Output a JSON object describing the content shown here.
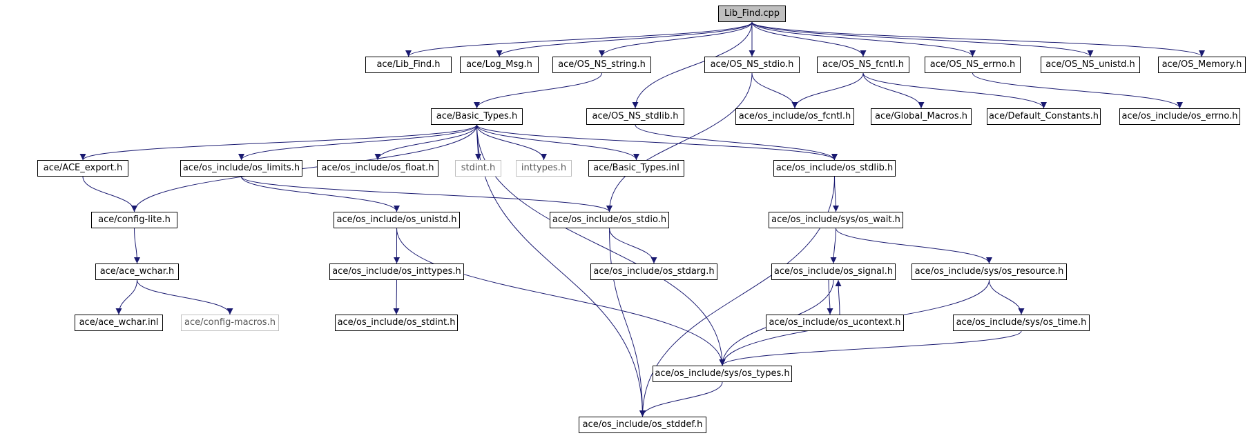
{
  "graph": {
    "nodes": {
      "lib_find_cpp": {
        "label": "Lib_Find.cpp",
        "style": "root"
      },
      "lib_find_h": {
        "label": "ace/Lib_Find.h",
        "style": "normal"
      },
      "log_msg_h": {
        "label": "ace/Log_Msg.h",
        "style": "normal"
      },
      "os_ns_string_h": {
        "label": "ace/OS_NS_string.h",
        "style": "normal"
      },
      "os_ns_stdio_h": {
        "label": "ace/OS_NS_stdio.h",
        "style": "normal"
      },
      "os_ns_fcntl_h": {
        "label": "ace/OS_NS_fcntl.h",
        "style": "normal"
      },
      "os_ns_errno_h": {
        "label": "ace/OS_NS_errno.h",
        "style": "normal"
      },
      "os_ns_unistd_h": {
        "label": "ace/OS_NS_unistd.h",
        "style": "normal"
      },
      "os_memory_h": {
        "label": "ace/OS_Memory.h",
        "style": "normal"
      },
      "basic_types_h": {
        "label": "ace/Basic_Types.h",
        "style": "normal"
      },
      "os_ns_stdlib_h": {
        "label": "ace/OS_NS_stdlib.h",
        "style": "normal"
      },
      "os_fcntl_h": {
        "label": "ace/os_include/os_fcntl.h",
        "style": "normal"
      },
      "global_macros_h": {
        "label": "ace/Global_Macros.h",
        "style": "normal"
      },
      "default_constants_h": {
        "label": "ace/Default_Constants.h",
        "style": "normal"
      },
      "os_errno_h": {
        "label": "ace/os_include/os_errno.h",
        "style": "normal"
      },
      "ace_export_h": {
        "label": "ace/ACE_export.h",
        "style": "normal"
      },
      "os_limits_h": {
        "label": "ace/os_include/os_limits.h",
        "style": "normal"
      },
      "os_float_h": {
        "label": "ace/os_include/os_float.h",
        "style": "normal"
      },
      "stdint_h": {
        "label": "stdint.h",
        "style": "external"
      },
      "inttypes_h": {
        "label": "inttypes.h",
        "style": "external"
      },
      "basic_types_inl": {
        "label": "ace/Basic_Types.inl",
        "style": "normal"
      },
      "os_stdlib_h": {
        "label": "ace/os_include/os_stdlib.h",
        "style": "normal"
      },
      "config_lite_h": {
        "label": "ace/config-lite.h",
        "style": "normal"
      },
      "os_unistd_h": {
        "label": "ace/os_include/os_unistd.h",
        "style": "normal"
      },
      "os_stdio_h": {
        "label": "ace/os_include/os_stdio.h",
        "style": "normal"
      },
      "sys_os_wait_h": {
        "label": "ace/os_include/sys/os_wait.h",
        "style": "normal"
      },
      "ace_wchar_h": {
        "label": "ace/ace_wchar.h",
        "style": "normal"
      },
      "os_inttypes_h": {
        "label": "ace/os_include/os_inttypes.h",
        "style": "normal"
      },
      "os_stdarg_h": {
        "label": "ace/os_include/os_stdarg.h",
        "style": "normal"
      },
      "os_signal_h": {
        "label": "ace/os_include/os_signal.h",
        "style": "normal"
      },
      "sys_os_resource_h": {
        "label": "ace/os_include/sys/os_resource.h",
        "style": "normal"
      },
      "ace_wchar_inl": {
        "label": "ace/ace_wchar.inl",
        "style": "normal"
      },
      "config_macros_h": {
        "label": "ace/config-macros.h",
        "style": "external"
      },
      "os_stdint_h": {
        "label": "ace/os_include/os_stdint.h",
        "style": "normal"
      },
      "os_ucontext_h": {
        "label": "ace/os_include/os_ucontext.h",
        "style": "normal"
      },
      "sys_os_time_h": {
        "label": "ace/os_include/sys/os_time.h",
        "style": "normal"
      },
      "sys_os_types_h": {
        "label": "ace/os_include/sys/os_types.h",
        "style": "normal"
      },
      "os_stddef_h": {
        "label": "ace/os_include/os_stddef.h",
        "style": "normal"
      }
    },
    "edges": [
      [
        "lib_find_cpp",
        "lib_find_h"
      ],
      [
        "lib_find_cpp",
        "log_msg_h"
      ],
      [
        "lib_find_cpp",
        "os_ns_string_h"
      ],
      [
        "lib_find_cpp",
        "os_ns_stdlib_h"
      ],
      [
        "lib_find_cpp",
        "os_ns_stdio_h"
      ],
      [
        "lib_find_cpp",
        "os_ns_fcntl_h"
      ],
      [
        "lib_find_cpp",
        "os_ns_errno_h"
      ],
      [
        "lib_find_cpp",
        "os_ns_unistd_h"
      ],
      [
        "lib_find_cpp",
        "os_memory_h"
      ],
      [
        "os_ns_string_h",
        "basic_types_h"
      ],
      [
        "os_ns_stdio_h",
        "os_fcntl_h"
      ],
      [
        "os_ns_stdio_h",
        "os_stdio_h"
      ],
      [
        "os_ns_fcntl_h",
        "os_fcntl_h"
      ],
      [
        "os_ns_fcntl_h",
        "global_macros_h"
      ],
      [
        "os_ns_fcntl_h",
        "default_constants_h"
      ],
      [
        "os_ns_errno_h",
        "os_errno_h"
      ],
      [
        "os_ns_stdlib_h",
        "os_stdlib_h"
      ],
      [
        "basic_types_h",
        "ace_export_h"
      ],
      [
        "basic_types_h",
        "os_limits_h"
      ],
      [
        "basic_types_h",
        "os_float_h"
      ],
      [
        "basic_types_h",
        "stdint_h"
      ],
      [
        "basic_types_h",
        "inttypes_h"
      ],
      [
        "basic_types_h",
        "basic_types_inl"
      ],
      [
        "basic_types_h",
        "os_stdlib_h"
      ],
      [
        "basic_types_h",
        "config_lite_h"
      ],
      [
        "basic_types_h",
        "sys_os_types_h"
      ],
      [
        "basic_types_h",
        "os_stddef_h"
      ],
      [
        "ace_export_h",
        "config_lite_h"
      ],
      [
        "os_limits_h",
        "os_unistd_h"
      ],
      [
        "os_limits_h",
        "os_stdio_h"
      ],
      [
        "os_stdlib_h",
        "sys_os_wait_h"
      ],
      [
        "os_stdlib_h",
        "os_stddef_h"
      ],
      [
        "config_lite_h",
        "ace_wchar_h"
      ],
      [
        "ace_wchar_h",
        "ace_wchar_inl"
      ],
      [
        "ace_wchar_h",
        "config_macros_h"
      ],
      [
        "os_unistd_h",
        "os_inttypes_h"
      ],
      [
        "os_unistd_h",
        "sys_os_types_h"
      ],
      [
        "os_inttypes_h",
        "os_stdint_h"
      ],
      [
        "os_stdio_h",
        "os_stdarg_h"
      ],
      [
        "os_stdio_h",
        "os_stddef_h"
      ],
      [
        "sys_os_wait_h",
        "os_signal_h"
      ],
      [
        "sys_os_wait_h",
        "sys_os_resource_h"
      ],
      [
        "os_signal_h",
        "os_ucontext_h"
      ],
      [
        "os_ucontext_h",
        "os_signal_h"
      ],
      [
        "os_signal_h",
        "sys_os_types_h"
      ],
      [
        "sys_os_resource_h",
        "sys_os_time_h"
      ],
      [
        "sys_os_resource_h",
        "sys_os_types_h"
      ],
      [
        "sys_os_time_h",
        "sys_os_types_h"
      ],
      [
        "sys_os_types_h",
        "os_stddef_h"
      ]
    ],
    "colors": {
      "edge": "#191970",
      "root_fill": "#bfbfbf",
      "external_border": "#bfbfbf"
    }
  }
}
